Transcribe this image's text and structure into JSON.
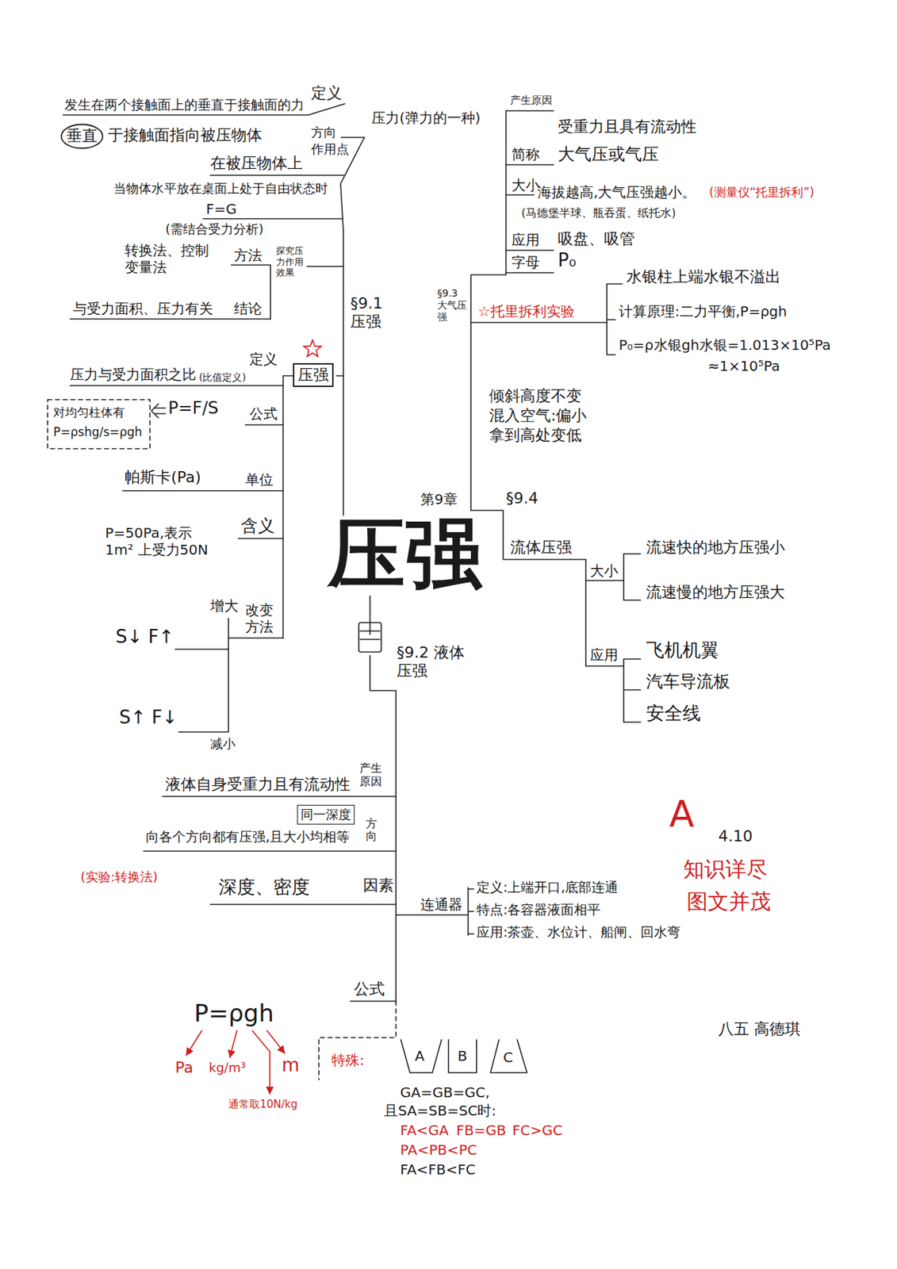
{
  "diagram": {
    "title": "压强",
    "nodes": [
      {
        "text": [
          "垂直"
        ]
      },
      {
        "text": [
          "压强"
        ]
      },
      {
        "text": [
          "同一深度"
        ]
      }
    ],
    "labels": [
      "发生在两个接触面上的垂直于接触面的力",
      "定义",
      "于接触面指向被压物体",
      "方向",
      "作用点",
      "在被压物体上",
      "当物体水平放在桌面上处于自由状态时",
      "F=G",
      "(需结合受力分析)",
      "压力(弹力的一种)",
      "转换法、控制变量法",
      "方法",
      "探究压力作用效果",
      "结论",
      "与受力面积、压力有关",
      "§9.1 压强",
      "压力与受力面积之比",
      "(比值定义)",
      "定义",
      "对均匀柱体有",
      "P=ρshg/s=ρgh",
      "P=F/S",
      "公式",
      "帕斯卡(Pa)",
      "单位",
      "含义",
      "P=50Pa,表示1m² 上受力50N",
      "增大",
      "改变方法",
      "S↓ F↑",
      "S↑ F↓",
      "减小",
      "第9章",
      "产生原因",
      "受重力且具有流动性",
      "简称",
      "大气压或气压",
      "大小",
      "海拔越高,大气压强越小。",
      "(测量仪“托里拆利”)",
      "(马德堡半球、瓶吞蛋、纸托水)",
      "应用",
      "吸盘、吸管",
      "字母",
      "P₀",
      "§9.3 大气压强",
      "☆托里拆利实验",
      "水银柱上端水银不溢出",
      "计算原理:二力平衡,P=ρgh",
      "P₀=ρ水银gh水银=1.013×10⁵Pa",
      "≈1×10⁵Pa",
      "倾斜高度不变",
      "混入空气:偏小",
      "拿到高处变低",
      "§9.4",
      "流体压强",
      "大小",
      "流速快的地方压强小",
      "流速慢的地方压强大",
      "应用",
      "飞机机翼",
      "汽车导流板",
      "安全线",
      "§9.2 液体压强",
      "产生原因",
      "液体自身受重力且有流动性",
      "方向",
      "向各个方向都有压强,且大小均相等",
      "(实验:转换法)",
      "深度、密度",
      "因素",
      "连通器",
      "定义:上端开口,底部连通",
      "特点:各容器液面相平",
      "应用:茶壶、水位计、船闸、回水弯",
      "公式",
      "P=ρgh",
      "Pa",
      "kg/m³",
      "m",
      "通常取10N/kg",
      "特殊:",
      "A",
      "B",
      "C",
      "GA=GB=GC,",
      "且SA=SB=SC时:",
      "FA<GA",
      "FB=GB",
      "FC>GC",
      "PA<PB<PC",
      "FA<FB<FC",
      "A",
      "4.10",
      "知识详尽",
      "图文并茂",
      "八五 高德琪"
    ]
  }
}
